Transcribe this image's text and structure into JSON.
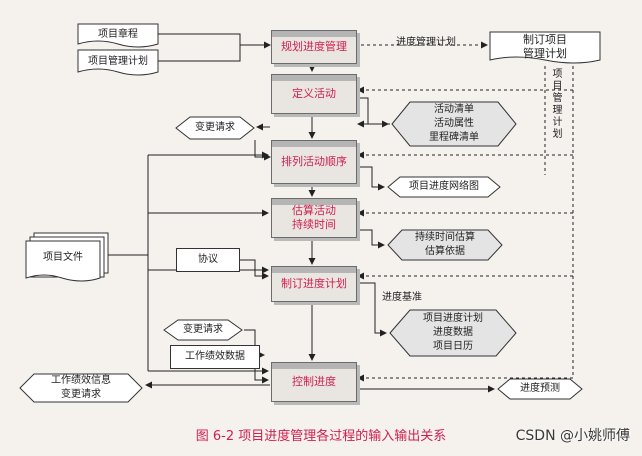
{
  "processes": {
    "plan": "规划进度管理",
    "define": "定义活动",
    "sequence": "排列活动顺序",
    "estimate": "估算活动\n持续时间",
    "develop": "制订进度计划",
    "control": "控制进度"
  },
  "docs": {
    "charter": "项目章程",
    "pm_plan": "项目管理计划",
    "change1": "变更请求",
    "project_docs": "项目文件",
    "agreement": "协议",
    "change2": "变更请求",
    "perf_data": "工作绩效数据",
    "work_perf": "工作绩效信息\n变更请求"
  },
  "outputs": {
    "make_pm_plan": "制订项目\n管理计划",
    "activity_list": "活动清单\n活动属性\n里程碑清单",
    "network": "项目进度网络图",
    "duration": "持续时间估算\n估算依据",
    "schedule_docs": "项目进度计划\n进度数据\n项目日历",
    "forecast": "进度预测"
  },
  "labels": {
    "schedule_mgmt_plan": "进度管理计划",
    "pm_plan_vertical": "项目管理计划",
    "baseline": "进度基准"
  },
  "caption": "图 6-2   项目进度管理各过程的输入输出关系",
  "watermark": "CSDN @小姚师傅",
  "colors": {
    "process_text": "#d0204f",
    "caption": "#d0204f"
  }
}
